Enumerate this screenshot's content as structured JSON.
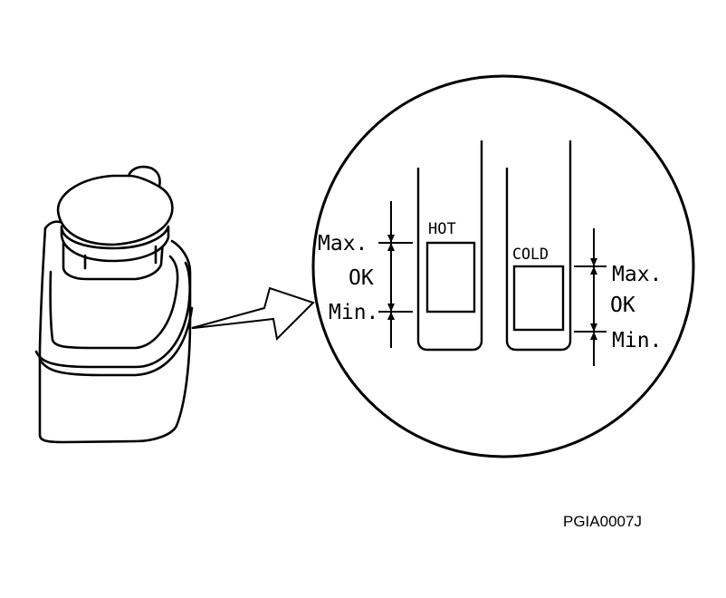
{
  "labels": {
    "hot": "HOT",
    "cold": "COLD",
    "max": "Max.",
    "ok": "OK",
    "min": "Min."
  },
  "reference_code": "PGIA0007J",
  "colors": {
    "line": "#000000",
    "background": "#ffffff"
  }
}
